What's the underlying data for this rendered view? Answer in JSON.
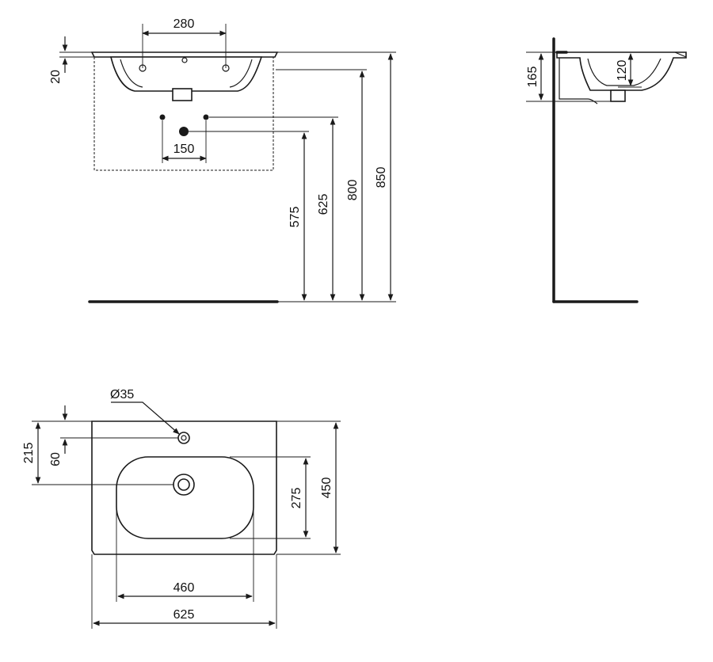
{
  "front_view": {
    "dims": {
      "tap_hole_spacing": "280",
      "rim_thickness": "20",
      "pipe_spacing": "150",
      "height_575": "575",
      "height_625": "625",
      "height_800": "800",
      "height_850": "850"
    }
  },
  "side_view": {
    "dims": {
      "depth_165": "165",
      "bowl_depth_120": "120"
    }
  },
  "top_view": {
    "dims": {
      "tap_hole_diameter": "Ø35",
      "tap_to_wall": "215",
      "tap_offset": "60",
      "bowl_length": "275",
      "overall_depth": "450",
      "bowl_width": "460",
      "overall_width": "625"
    }
  }
}
